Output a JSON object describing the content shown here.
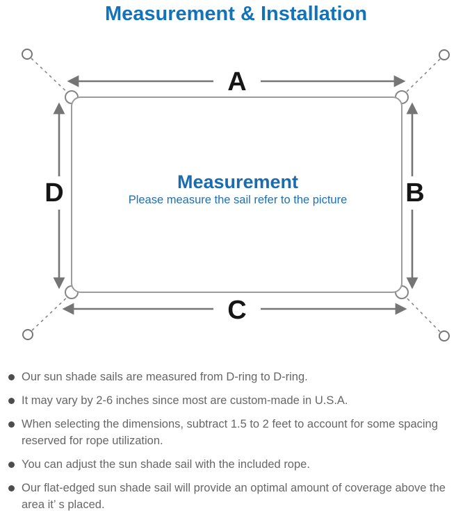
{
  "page": {
    "title": "Measurement & Installation"
  },
  "diagram": {
    "label_top": "A",
    "label_right": "B",
    "label_bottom": "C",
    "label_left": "D",
    "center_title": "Measurement",
    "center_subtitle": "Please measure the sail refer to the picture"
  },
  "colors": {
    "title_blue": "#1472b9",
    "center_blue": "#1a6bb0",
    "subtitle_blue": "#1f6fb2",
    "label_black": "#161616",
    "line_gray": "#9b9b9b",
    "arrow_gray": "#757575",
    "note_text_gray": "#666666"
  },
  "notes": {
    "items": [
      "Our sun shade sails are measured from D-ring to D-ring.",
      "It may vary by 2-6 inches since most are custom-made in U.S.A.",
      "When selecting the dimensions, subtract 1.5 to 2 feet to account for some spacing reserved for rope utilization.",
      "You can adjust the sun shade sail with the included rope.",
      "Our flat-edged sun shade sail will provide an optimal amount of coverage above the area it’ s placed."
    ]
  }
}
